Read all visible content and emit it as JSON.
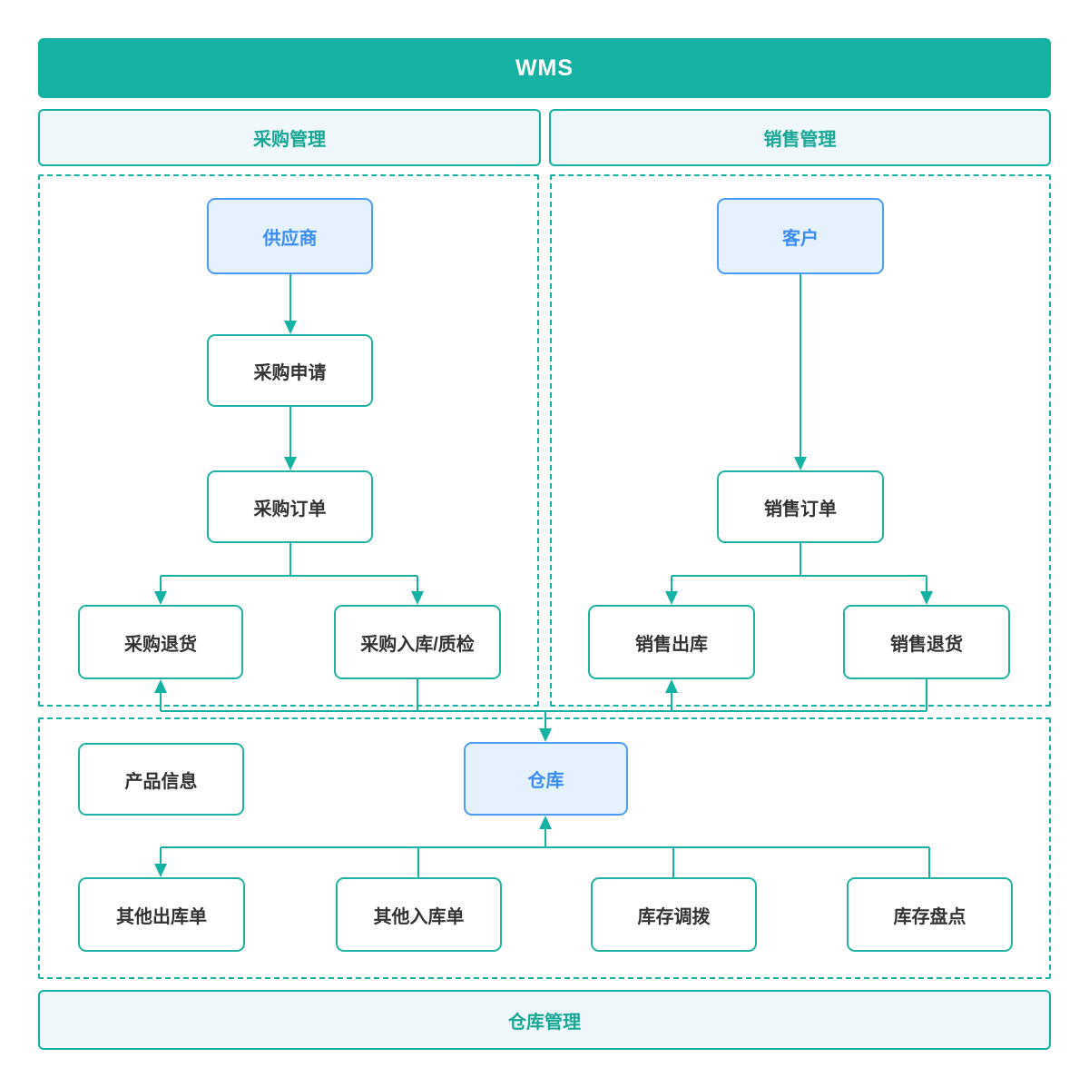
{
  "app": {
    "title": "WMS"
  },
  "sections": {
    "purchase": "采购管理",
    "sales": "销售管理",
    "warehouse": "仓库管理"
  },
  "nodes": {
    "supplier": "供应商",
    "purchase_request": "采购申请",
    "purchase_order": "采购订单",
    "purchase_return": "采购退货",
    "purchase_inbound_qc": "采购入库/质检",
    "customer": "客户",
    "sales_order": "销售订单",
    "sales_outbound": "销售出库",
    "sales_return": "销售退货",
    "product_info": "产品信息",
    "warehouse": "仓库",
    "other_outbound": "其他出库单",
    "other_inbound": "其他入库单",
    "inventory_transfer": "库存调拨",
    "inventory_count": "库存盘点"
  },
  "colors": {
    "teal": "#15b2a3",
    "teal_text": "#16a795",
    "section_background": "#eff7fb",
    "node_border": "#20b3a4",
    "node_text": "#333333",
    "highlight_background": "#e5f2fe",
    "highlight_border": "#4d9df5",
    "highlight_text": "#3a8bf2",
    "page_background": "#ffffff"
  }
}
